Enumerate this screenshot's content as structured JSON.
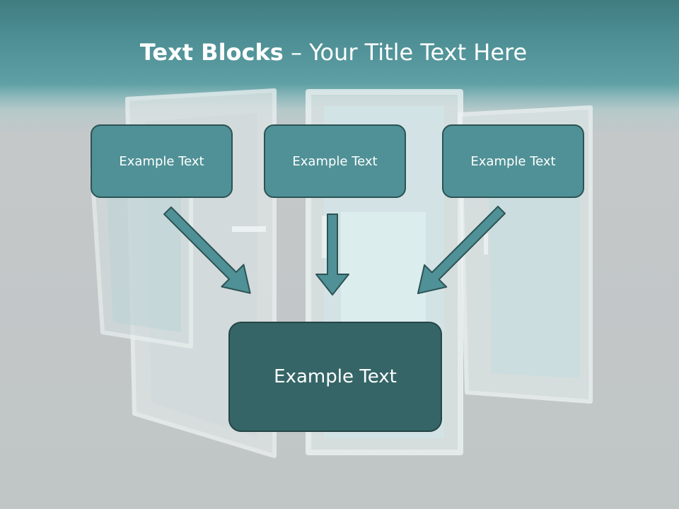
{
  "slide": {
    "title_bold": "Text Blocks",
    "title_rest": " – Your Title Text Here"
  },
  "boxes": {
    "left_label": "Example Text",
    "center_label": "Example Text",
    "right_label": "Example Text",
    "bottom_label": "Example Text"
  },
  "colors": {
    "header_teal": "#4b8d92",
    "box_fill": "#4f9196",
    "box_border": "#2c5355",
    "bottom_box_fill": "#356567",
    "arrow_fill": "#4f9196",
    "background_gray": "#c3c7c8"
  }
}
